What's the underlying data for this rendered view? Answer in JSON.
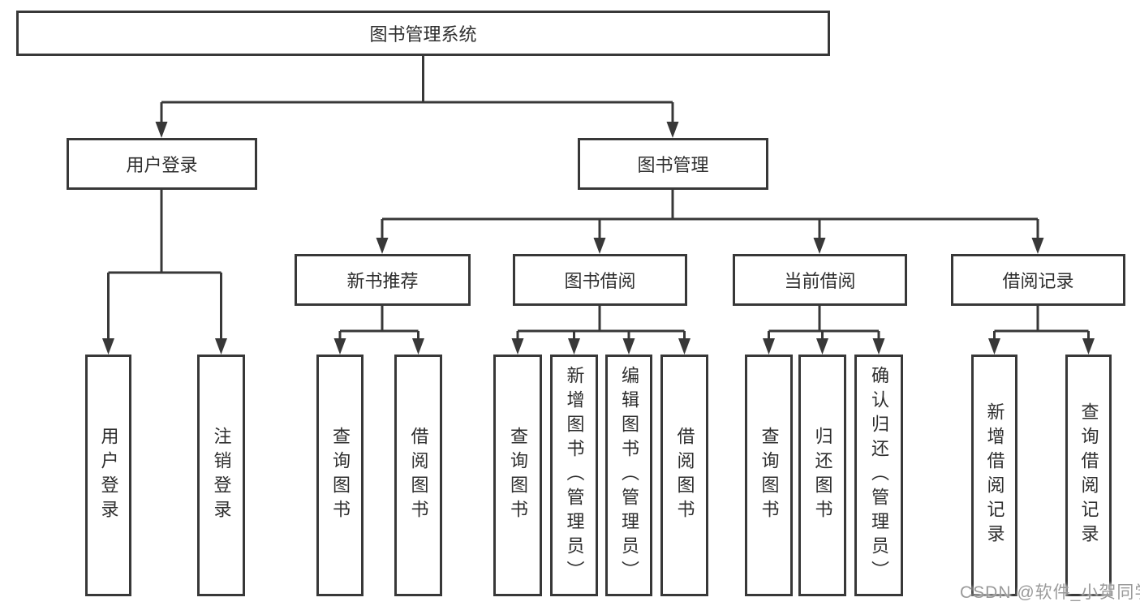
{
  "diagram": {
    "root": {
      "label": "图书管理系统",
      "children": [
        {
          "label": "用户登录",
          "children": [
            {
              "label": "用户登录"
            },
            {
              "label": "注销登录"
            }
          ]
        },
        {
          "label": "图书管理",
          "children": [
            {
              "label": "新书推荐",
              "children": [
                {
                  "label": "查询图书"
                },
                {
                  "label": "借阅图书"
                }
              ]
            },
            {
              "label": "图书借阅",
              "children": [
                {
                  "label": "查询图书"
                },
                {
                  "label": "新增图书（管理员）"
                },
                {
                  "label": "编辑图书（管理员）"
                },
                {
                  "label": "借阅图书"
                }
              ]
            },
            {
              "label": "当前借阅",
              "children": [
                {
                  "label": "查询图书"
                },
                {
                  "label": "归还图书"
                },
                {
                  "label": "确认归还（管理员）"
                }
              ]
            },
            {
              "label": "借阅记录",
              "children": [
                {
                  "label": "新增借阅记录"
                },
                {
                  "label": "查询借阅记录"
                }
              ]
            }
          ]
        }
      ]
    }
  },
  "watermark": "CSDN @软件_小贺同学",
  "colors": {
    "line": "#383838",
    "text": "#2e2e2e",
    "watermark": "#9a9a9a",
    "background": "#ffffff"
  }
}
